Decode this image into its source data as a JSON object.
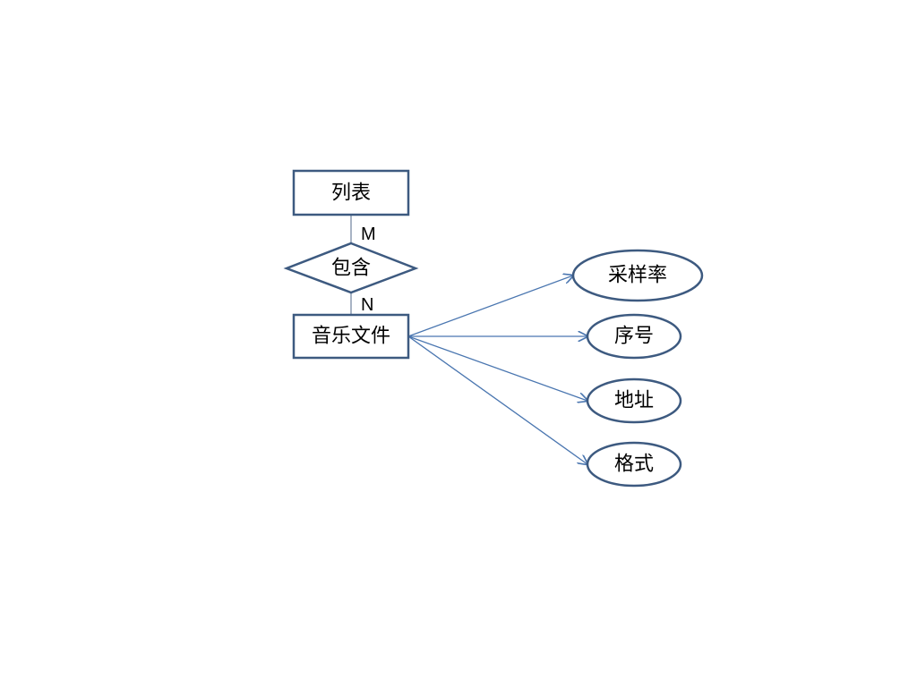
{
  "diagram": {
    "entities": {
      "list": "列表",
      "music_file": "音乐文件"
    },
    "relationship": {
      "contains": "包含"
    },
    "cardinality": {
      "top": "M",
      "bottom": "N"
    },
    "attributes": {
      "sample_rate": "采样率",
      "index": "序号",
      "address": "地址",
      "format": "格式"
    }
  },
  "colors": {
    "shape_stroke": "#3d5a80",
    "connector": "#4a76b0",
    "text": "#000000",
    "background": "#ffffff"
  }
}
